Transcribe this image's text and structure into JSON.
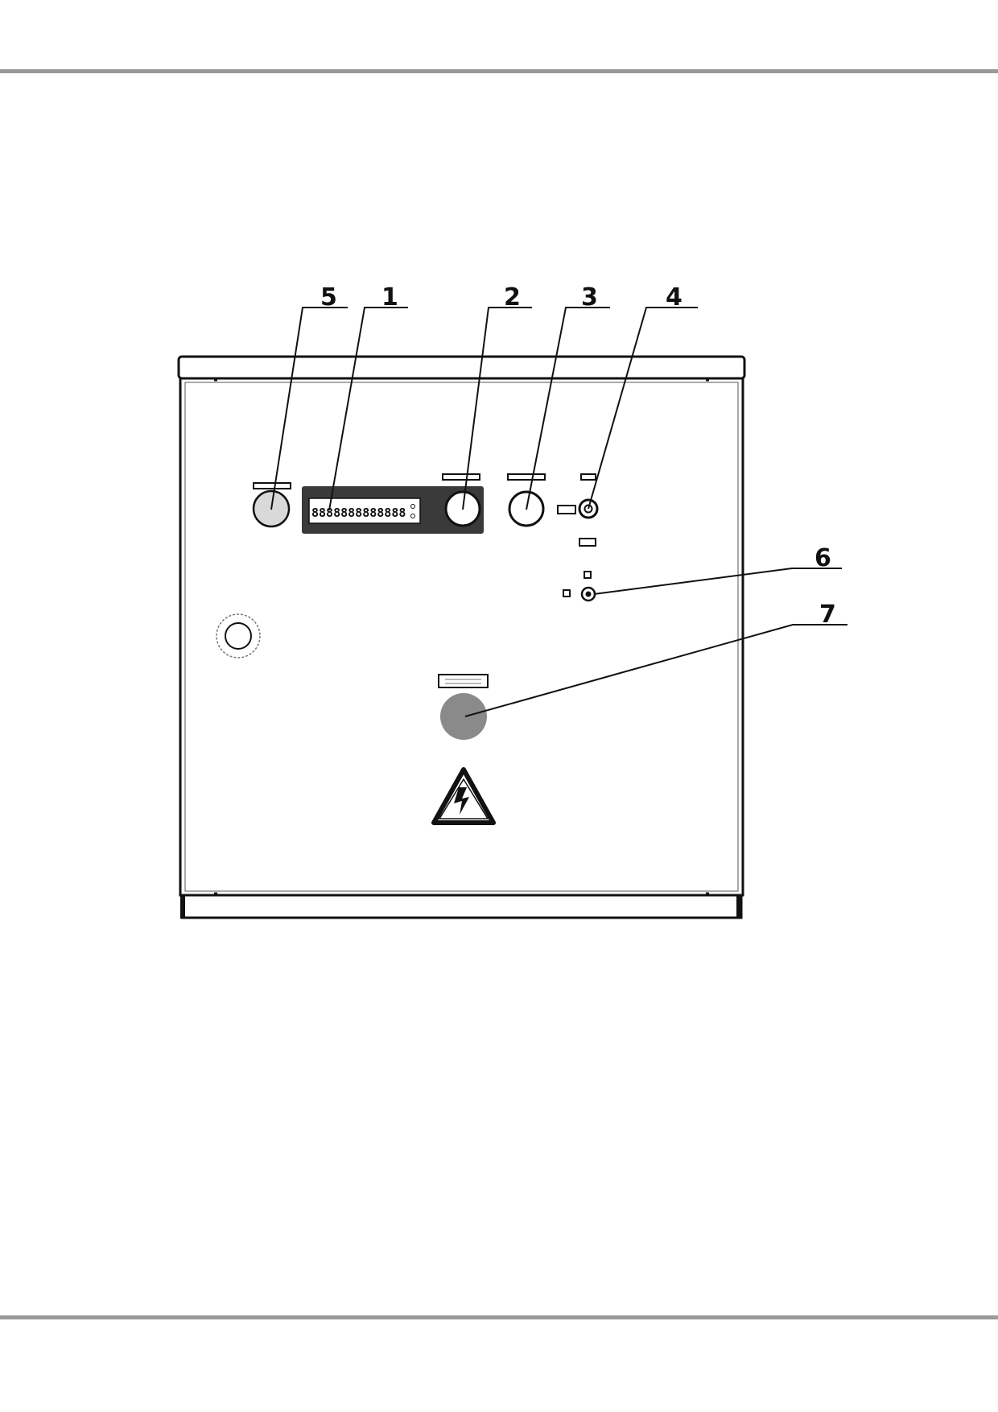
{
  "figure": {
    "callouts": [
      {
        "number": "5",
        "target": "indicator-lamp-left"
      },
      {
        "number": "1",
        "target": "digital-display"
      },
      {
        "number": "2",
        "target": "knob-left"
      },
      {
        "number": "3",
        "target": "knob-right"
      },
      {
        "number": "4",
        "target": "small-switch"
      },
      {
        "number": "6",
        "target": "indicator-led"
      },
      {
        "number": "7",
        "target": "emergency-stop-button"
      }
    ],
    "display_text": "8888888888888",
    "warning_icon": "high-voltage-icon",
    "colors": {
      "line": "#111111",
      "rule": "#9a9a9a",
      "display_panel": "#3a3a3a",
      "lamp": "#d9d9d9",
      "stop_button": "#8a8a8a"
    }
  }
}
